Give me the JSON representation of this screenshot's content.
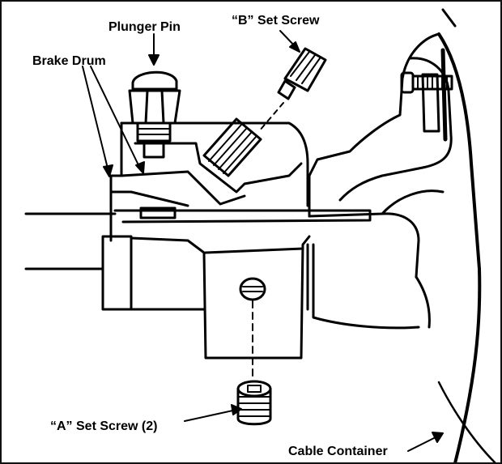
{
  "labels": {
    "plunger_pin": "Plunger Pin",
    "brake_drum": "Brake Drum",
    "b_set_screw": "“B” Set Screw",
    "a_set_screw": "“A” Set Screw (2)",
    "cable_container": "Cable Container"
  },
  "colors": {
    "ink": "#000000",
    "paper": "#ffffff"
  }
}
